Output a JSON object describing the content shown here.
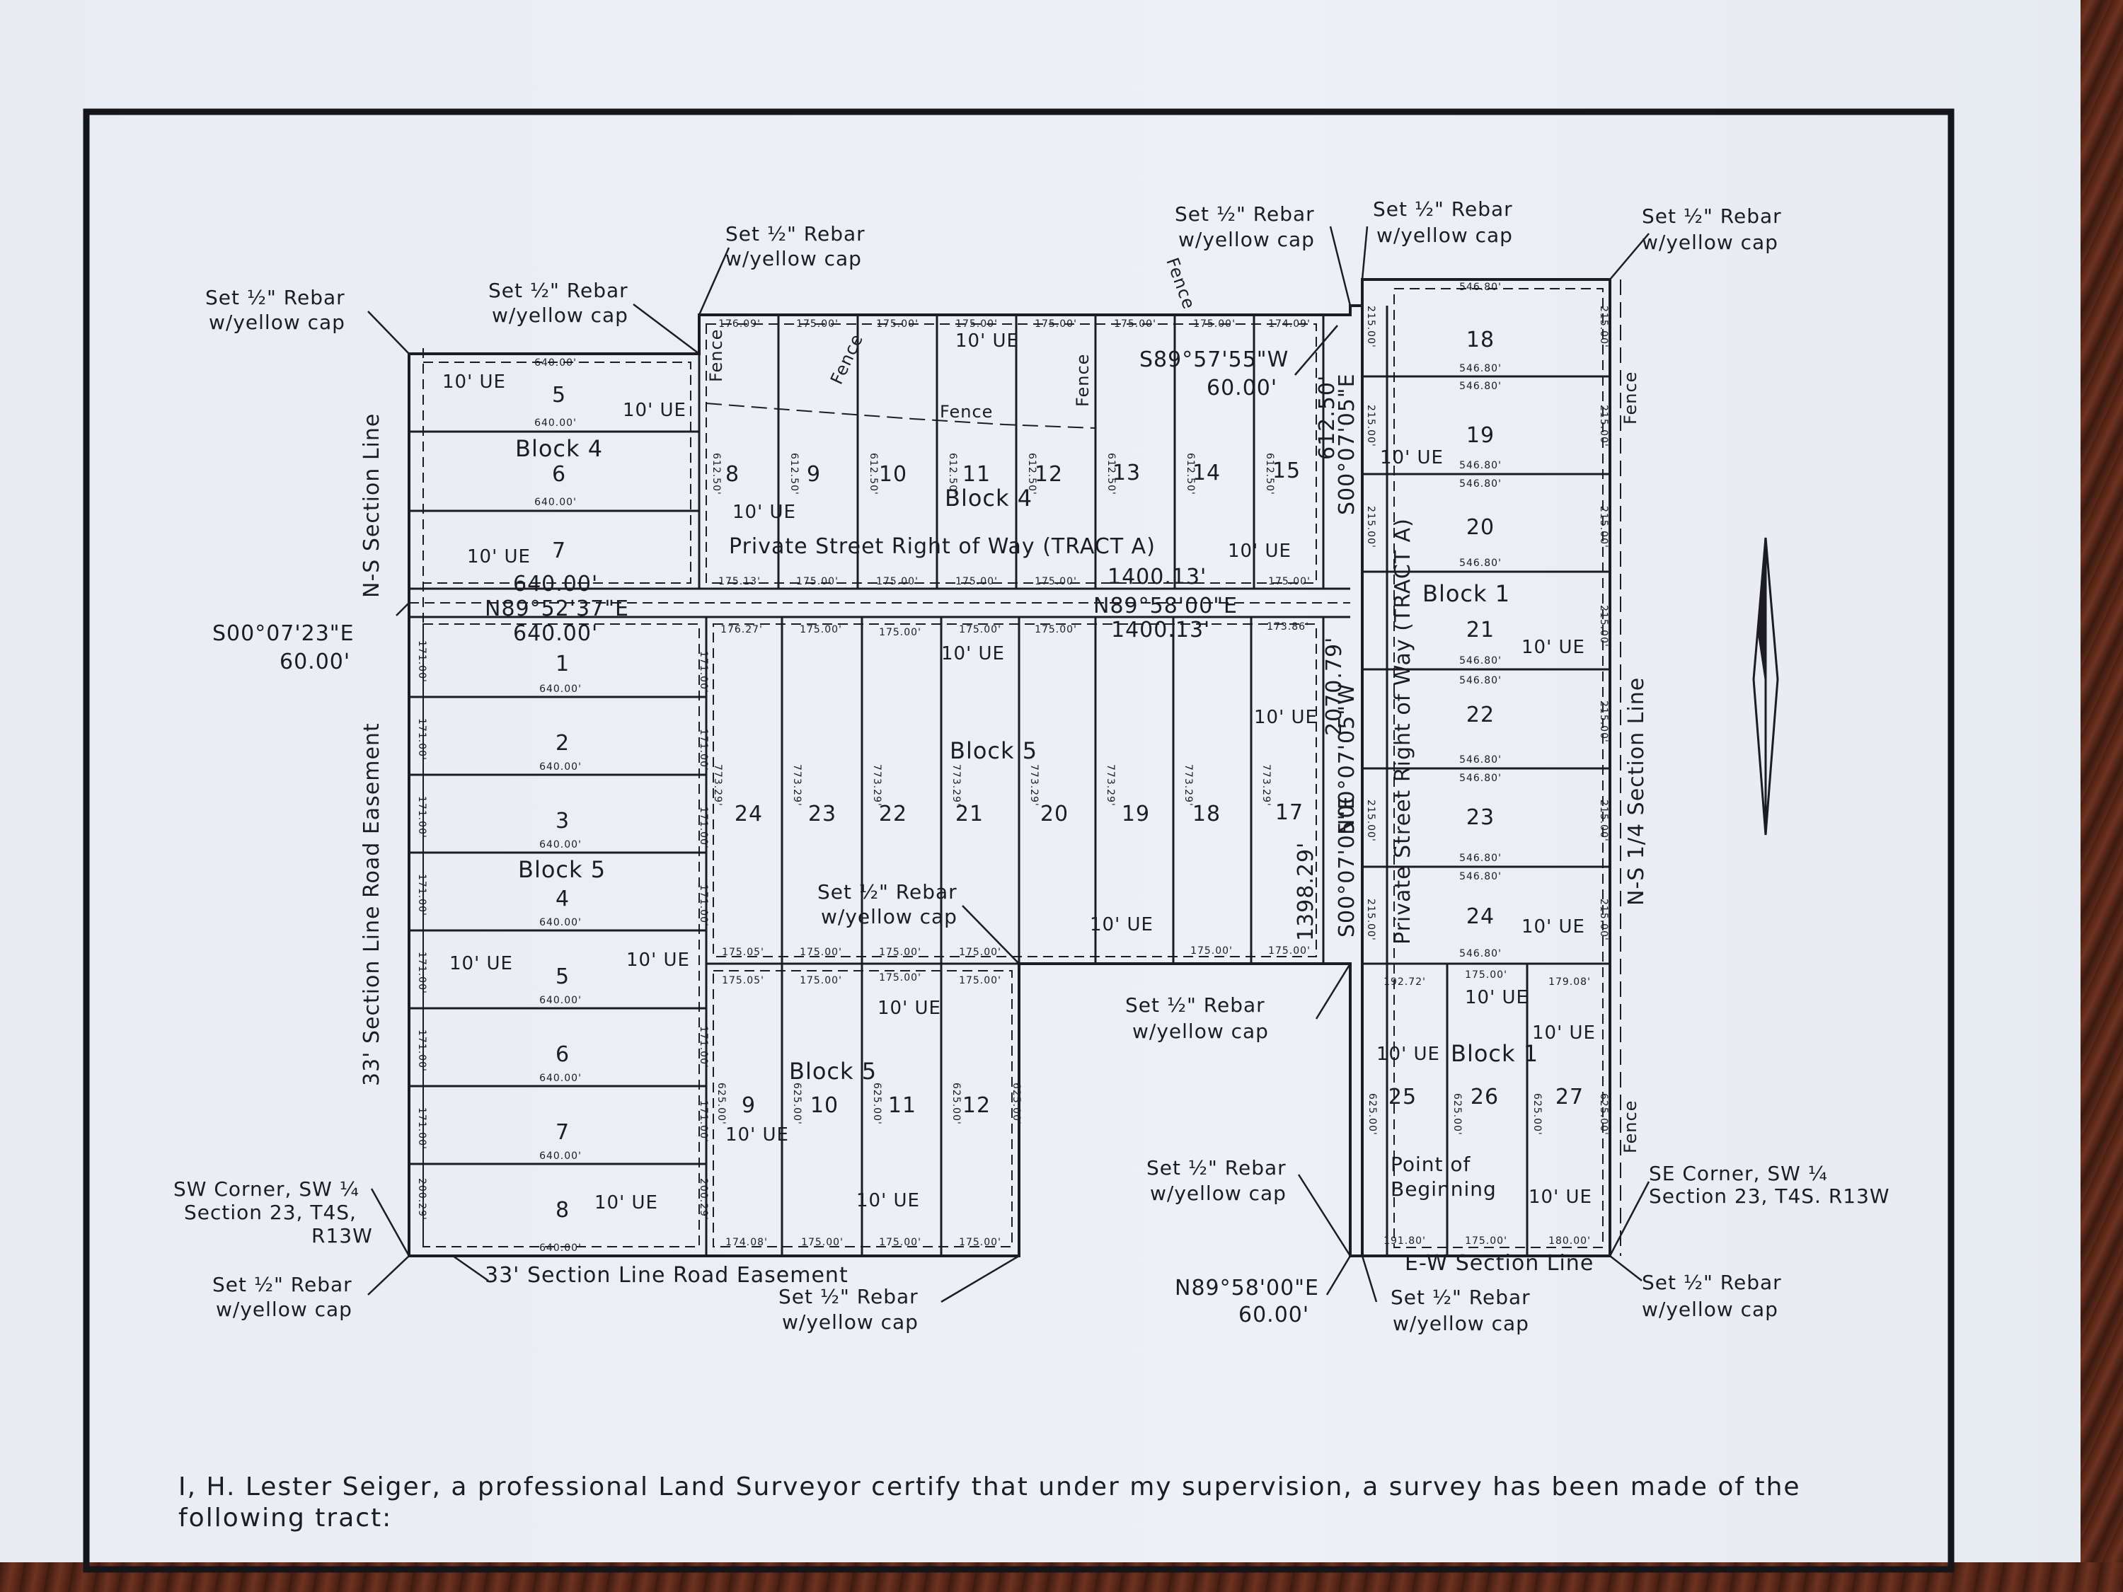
{
  "rebar": {
    "line1": "Set ½\" Rebar",
    "line2": "w/yellow cap"
  },
  "ue": "10' UE",
  "fence": "Fence",
  "section_lines": {
    "ns": "N-S Section Line",
    "ns_quarter": "N-S 1/4 Section Line",
    "ew": "E-W Section Line",
    "road_easement": "33' Section Line Road Easement"
  },
  "private_street": "Private Street Right of Way (TRACT A)",
  "corners": {
    "sw": [
      "SW Corner, SW ¼",
      "Section 23, T4S,",
      "R13W"
    ],
    "se": [
      "SE Corner, SW ¼",
      "Section 23, T4S. R13W"
    ],
    "pob": [
      "Point of",
      "Beginning"
    ]
  },
  "bearings": {
    "b1": "S00°07'23\"E",
    "b1_dist": "60.00'",
    "b2": "N89°52'37\"E",
    "b3": "N89°58'00\"E",
    "b4": "S89°57'55\"W",
    "b4_dist": "60.00'",
    "b5": "S00°07'05\"E",
    "b6": "N00°07'05\"W",
    "b7": "N89°58'00\"E",
    "b7_dist": "60.00'",
    "d640": "640.00'",
    "d1400": "1400.13'",
    "d612": "612.50'",
    "d2070": "2070.79'",
    "d1398": "1398.29'"
  },
  "blocks": {
    "b1": "Block 1",
    "b4": "Block 4",
    "b5": "Block 5"
  },
  "lots": {
    "b4_west": [
      "5",
      "6",
      "7"
    ],
    "b4_north": [
      "8",
      "9",
      "10",
      "11",
      "12",
      "13",
      "14",
      "15"
    ],
    "b5_west": [
      "1",
      "2",
      "3",
      "4",
      "5",
      "6",
      "7",
      "8"
    ],
    "b5_middle": [
      "24",
      "23",
      "22",
      "21",
      "20",
      "19",
      "18",
      "17"
    ],
    "b5_south": [
      "9",
      "10",
      "11",
      "12"
    ],
    "b1_east": [
      "18",
      "19",
      "20",
      "21",
      "22",
      "23",
      "24"
    ],
    "b1_south": [
      "25",
      "26",
      "27"
    ]
  },
  "dims": {
    "w640": "640.00'",
    "w175": "175.00'",
    "w546": "546.80'",
    "w176_09": "176.09'",
    "w174_09": "174.09'",
    "w175_13": "175.13'",
    "w176_27": "176.27'",
    "w173_86": "173.86'",
    "w175_05": "175.05'",
    "w174_08": "174.08'",
    "w192_72": "192.72'",
    "w179_08": "179.08'",
    "w191_80": "191.80'",
    "w180_00": "180.00'",
    "d612_50": "612.50'",
    "d773_29": "773.29'",
    "d625": "625.00'",
    "d215": "215.00'",
    "d171": "171.00'",
    "d200_29": "200.29'"
  },
  "certification": "I, H. Lester Seiger, a professional Land Surveyor certify that under my supervision, a survey has been made of the following tract:"
}
